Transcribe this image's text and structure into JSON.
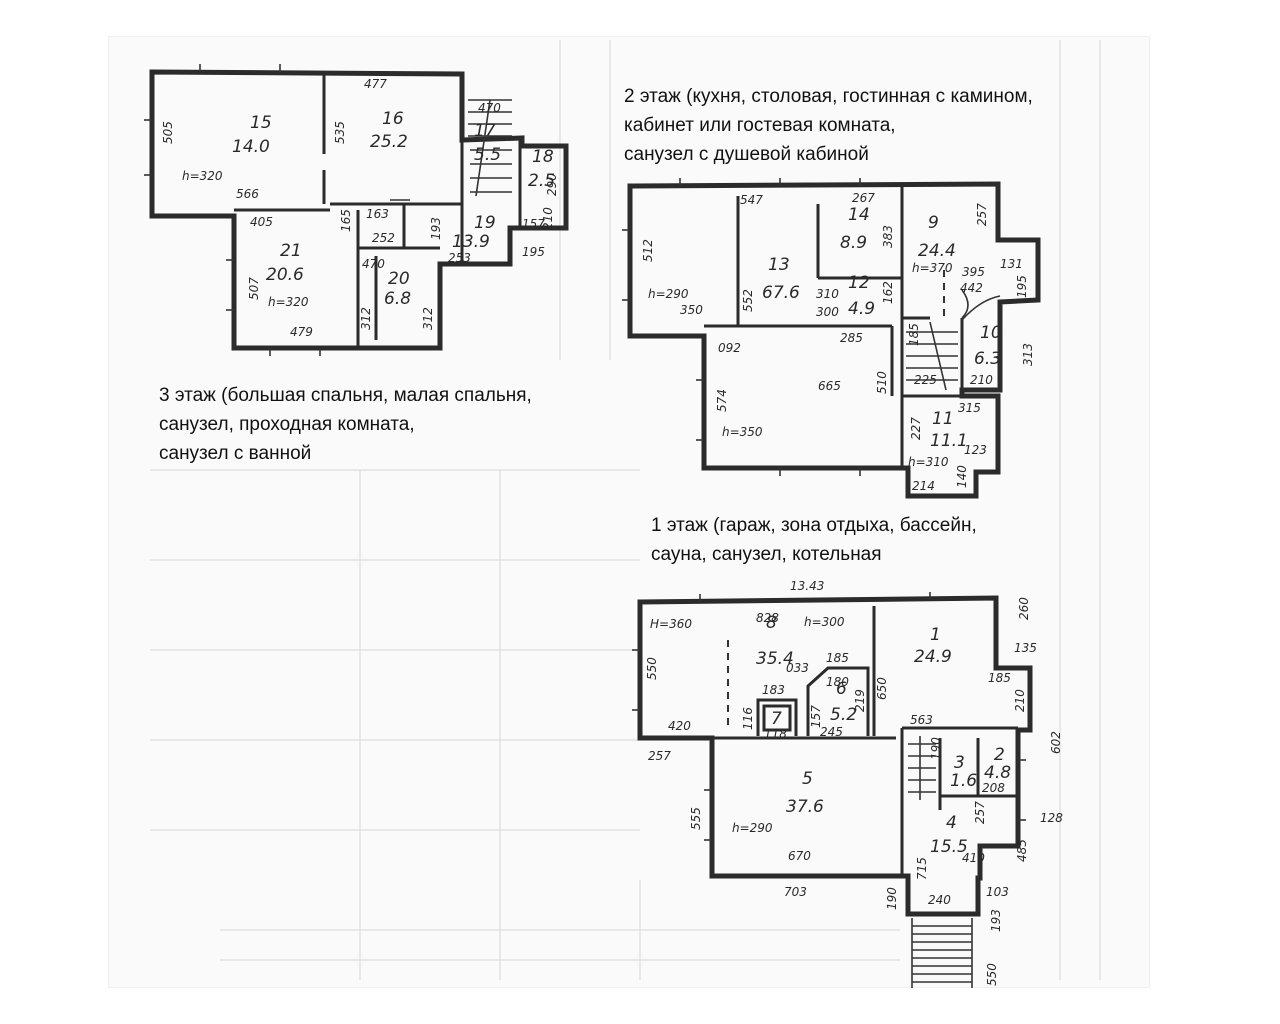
{
  "captions": {
    "floor2": [
      "2 этаж (кухня, столовая, гостинная с камином,",
      "кабинет или гостевая комната,",
      "санузел с душевой кабиной"
    ],
    "floor3": [
      "3 этаж (большая спальня, малая спальня,",
      "санузел, проходная комната,",
      "санузел с ванной"
    ],
    "floor1": [
      "1 этаж (гараж, зона отдыха, бассейн,",
      "сауна, санузел, котельная"
    ]
  },
  "plan3": {
    "rooms": [
      {
        "no": "15",
        "area": "14.0",
        "height": "h=320"
      },
      {
        "no": "16",
        "area": "25.2"
      },
      {
        "no": "17",
        "area": "5.5"
      },
      {
        "no": "18",
        "area": "2.5"
      },
      {
        "no": "19",
        "area": "13.9"
      },
      {
        "no": "21",
        "area": "20.6",
        "height": "h=320"
      },
      {
        "no": "20",
        "area": "6.8"
      }
    ],
    "dims": [
      "477",
      "505",
      "566",
      "535",
      "470",
      "290",
      "405",
      "165",
      "163",
      "252",
      "193",
      "253",
      "157",
      "210",
      "195",
      "507",
      "470",
      "479",
      "312",
      "312"
    ]
  },
  "plan2": {
    "rooms": [
      {
        "no": "13",
        "area": "67.6"
      },
      {
        "no": "14",
        "area": "8.9"
      },
      {
        "no": "9",
        "area": "24.4",
        "height": "h=370"
      },
      {
        "no": "12",
        "area": "4.9"
      },
      {
        "no": "10",
        "area": "6.3"
      },
      {
        "no": "11",
        "area": "11.1",
        "height": "h=310"
      }
    ],
    "heights": [
      "h=290",
      "h=350"
    ],
    "dims": [
      "512",
      "350",
      "547",
      "267",
      "383",
      "257",
      "552",
      "310",
      "300",
      "162",
      "395",
      "131",
      "442",
      "195",
      "092",
      "285",
      "574",
      "665",
      "510",
      "185",
      "313",
      "225",
      "210",
      "315",
      "227",
      "123",
      "214",
      "140"
    ]
  },
  "plan1": {
    "rooms": [
      {
        "no": "8",
        "area": "35.4"
      },
      {
        "no": "1",
        "area": "24.9"
      },
      {
        "no": "7"
      },
      {
        "no": "6",
        "area": "5.2"
      },
      {
        "no": "5",
        "area": "37.6"
      },
      {
        "no": "3",
        "area": "1.6"
      },
      {
        "no": "2",
        "area": "4.8"
      },
      {
        "no": "4",
        "area": "15.5"
      }
    ],
    "heights": [
      "H=360",
      "h=300",
      "h=290"
    ],
    "dims": [
      "13.43",
      "828",
      "260",
      "550",
      "185",
      "650",
      "135",
      "033",
      "183",
      "180",
      "185",
      "210",
      "420",
      "116",
      "118",
      "157",
      "219",
      "245",
      "563",
      "602",
      "257",
      "190",
      "555",
      "670",
      "128",
      "208",
      "257",
      "410",
      "485",
      "703",
      "190",
      "715",
      "240",
      "103",
      "193",
      "550"
    ]
  }
}
